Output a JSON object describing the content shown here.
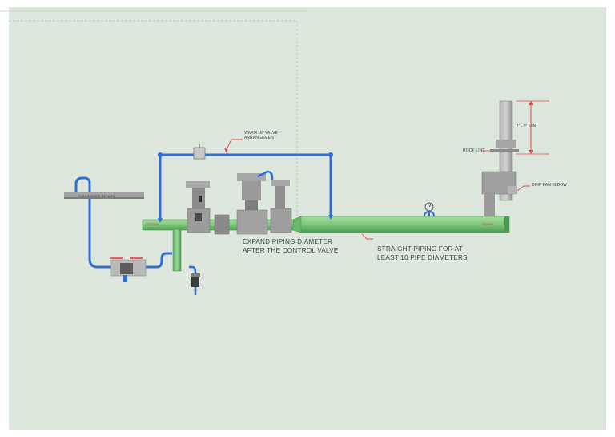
{
  "labels": {
    "warm_up_valve": [
      "WARM UP VALVE",
      "ARRANGEMENT"
    ],
    "expand_piping": [
      "EXPAND PIPING DIAMETER",
      "AFTER THE CONTROL VALVE"
    ],
    "straight_piping": [
      "STRAIGHT PIPING FOR AT",
      "LEAST 10 PIPE DIAMETERS"
    ],
    "roof_line": "ROOF LINE",
    "min_height": "1' - 0\" MIN",
    "drip_pan_elbow": "DRIP PAN ELBOW",
    "condensate_return": "CONDENSATE RETURN",
    "steam": "STEAM"
  },
  "colors": {
    "background": "#dde7de",
    "steam_pipe": "#7cc87a",
    "steam_pipe_dark": "#4e9a53",
    "bypass_line": "#2f6fd6",
    "equipment": "#9a9a9a",
    "dimension": "#e04a4a",
    "text": "#3a4a40"
  },
  "icons": [
    "control-valve-icon",
    "gate-valve-icon",
    "pressure-gauge-icon",
    "steam-trap-icon",
    "leader-arrow-icon"
  ]
}
